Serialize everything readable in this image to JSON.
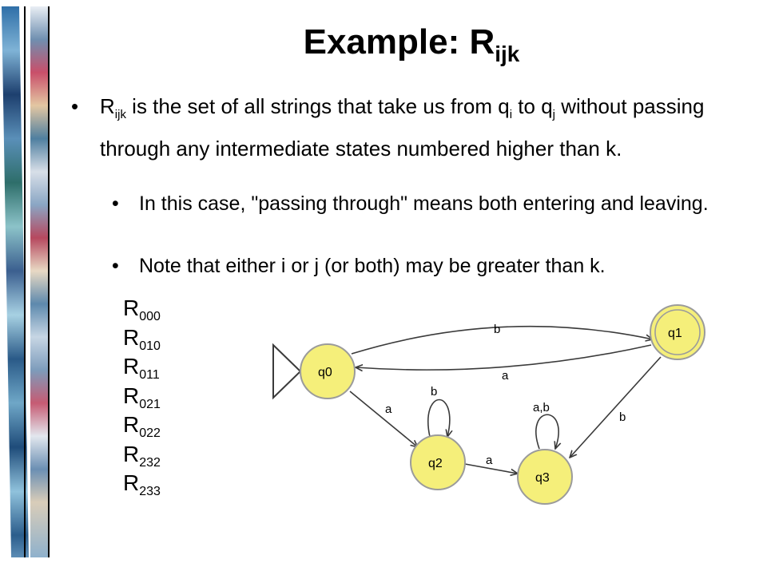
{
  "title": {
    "text": "Example: R",
    "sub": "ijk"
  },
  "bullets": {
    "b1": {
      "r": "R",
      "r_sub": "ijk",
      "t1": " is the set of all strings that take us from q",
      "qi_sub": "i",
      "t2": " to q",
      "qj_sub": "j",
      "t3": " without passing through any intermediate states numbered higher than k."
    },
    "b2": "In this case, \"passing through\" means both entering and leaving.",
    "b3": "Note that either i or j (or both) may be greater than k.",
    "dot": "•"
  },
  "r_list": [
    {
      "r": "R",
      "sub": "000"
    },
    {
      "r": "R",
      "sub": "010"
    },
    {
      "r": "R",
      "sub": "011"
    },
    {
      "r": "R",
      "sub": "021"
    },
    {
      "r": "R",
      "sub": "022"
    },
    {
      "r": "R",
      "sub": "232"
    },
    {
      "r": "R",
      "sub": "233"
    }
  ],
  "automaton": {
    "states": {
      "q0": "q0",
      "q1": "q1",
      "q2": "q2",
      "q3": "q3"
    },
    "start_state": "q0",
    "accept_state": "q1",
    "state_fill": "#f5ef7a",
    "edges": {
      "q0_q1": "b",
      "q1_q0": "a",
      "q0_q2": "a",
      "q2_q2": "b",
      "q2_q3": "a",
      "q3_q3": "a,b",
      "q1_q3": "b"
    }
  }
}
